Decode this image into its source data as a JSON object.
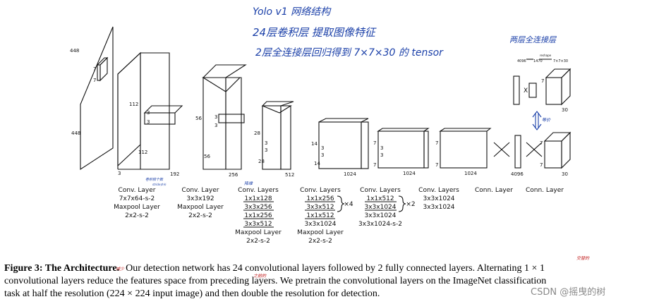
{
  "notes": {
    "title": "Yolo v1 网络结构",
    "line1": "24层卷积层 提取图像特征",
    "line2": "2层全连接层回归得到 7×7×30 的 tensor",
    "fc_note": "两层全连接层",
    "fc_small_a": "4096",
    "fc_small_b": "1470",
    "fc_small_c": "reshape",
    "fc_small_d": "7×7×30",
    "swap": "等价",
    "conv_note_a": "卷积核个数",
    "conv_note_b": "stride步长",
    "dimred": "降维",
    "cap_note_a": "减少",
    "cap_note_b": "之前的",
    "cap_note_c": "交替的"
  },
  "blocks": [
    {
      "dims": [
        "448",
        "448",
        "7",
        "7",
        "3"
      ],
      "labels": [
        "Conv. Layer",
        "7x7x64-s-2",
        "Maxpool Layer",
        "2x2-s-2"
      ]
    },
    {
      "dims": [
        "112",
        "112",
        "3",
        "3",
        "192"
      ],
      "labels": [
        "Conv. Layer",
        "3x3x192",
        "Maxpool Layer",
        "2x2-s-2"
      ]
    },
    {
      "dims": [
        "56",
        "56",
        "3",
        "3",
        "256"
      ],
      "labels": [
        "Conv. Layers",
        "1x1x128",
        "3x3x256",
        "1x1x256",
        "3x3x512",
        "Maxpool Layer",
        "2x2-s-2"
      ]
    },
    {
      "dims": [
        "28",
        "28",
        "3",
        "3",
        "512"
      ],
      "labels": [
        "Conv. Layers",
        "1x1x256",
        "3x3x512",
        "1x1x512",
        "3x3x1024",
        "Maxpool Layer",
        "2x2-s-2"
      ],
      "repeat": "×4"
    },
    {
      "dims": [
        "14",
        "14",
        "3",
        "3",
        "1024"
      ],
      "labels": [
        "Conv. Layers",
        "1x1x512",
        "3x3x1024",
        "3x3x1024",
        "3x3x1024-s-2"
      ],
      "repeat": "×2"
    },
    {
      "dims": [
        "7",
        "7",
        "3",
        "3",
        "1024"
      ],
      "labels": [
        "Conv. Layers",
        "3x3x1024",
        "3x3x1024"
      ]
    },
    {
      "dims": [
        "7",
        "7",
        "1024"
      ],
      "labels": [
        "Conn. Layer"
      ]
    },
    {
      "dims": [
        "4096",
        "7",
        "7",
        "30"
      ],
      "labels": [
        "Conn. Layer"
      ]
    }
  ],
  "fc_top": {
    "x_mark": "X",
    "depth": "30",
    "side": "7"
  },
  "caption": {
    "bold": "Figure 3: The Architecture.",
    "l1": "Our detection network has 24 convolutional layers followed by 2 fully connected layers. Alternating 1 × 1",
    "l2": "convolutional layers reduce the features space from preceding layers. We pretrain the convolutional layers on the ImageNet classification",
    "l3": "task at half the resolution (224 × 224 input image) and then double the resolution for detection."
  },
  "watermark": "CSDN @摇曳的树"
}
